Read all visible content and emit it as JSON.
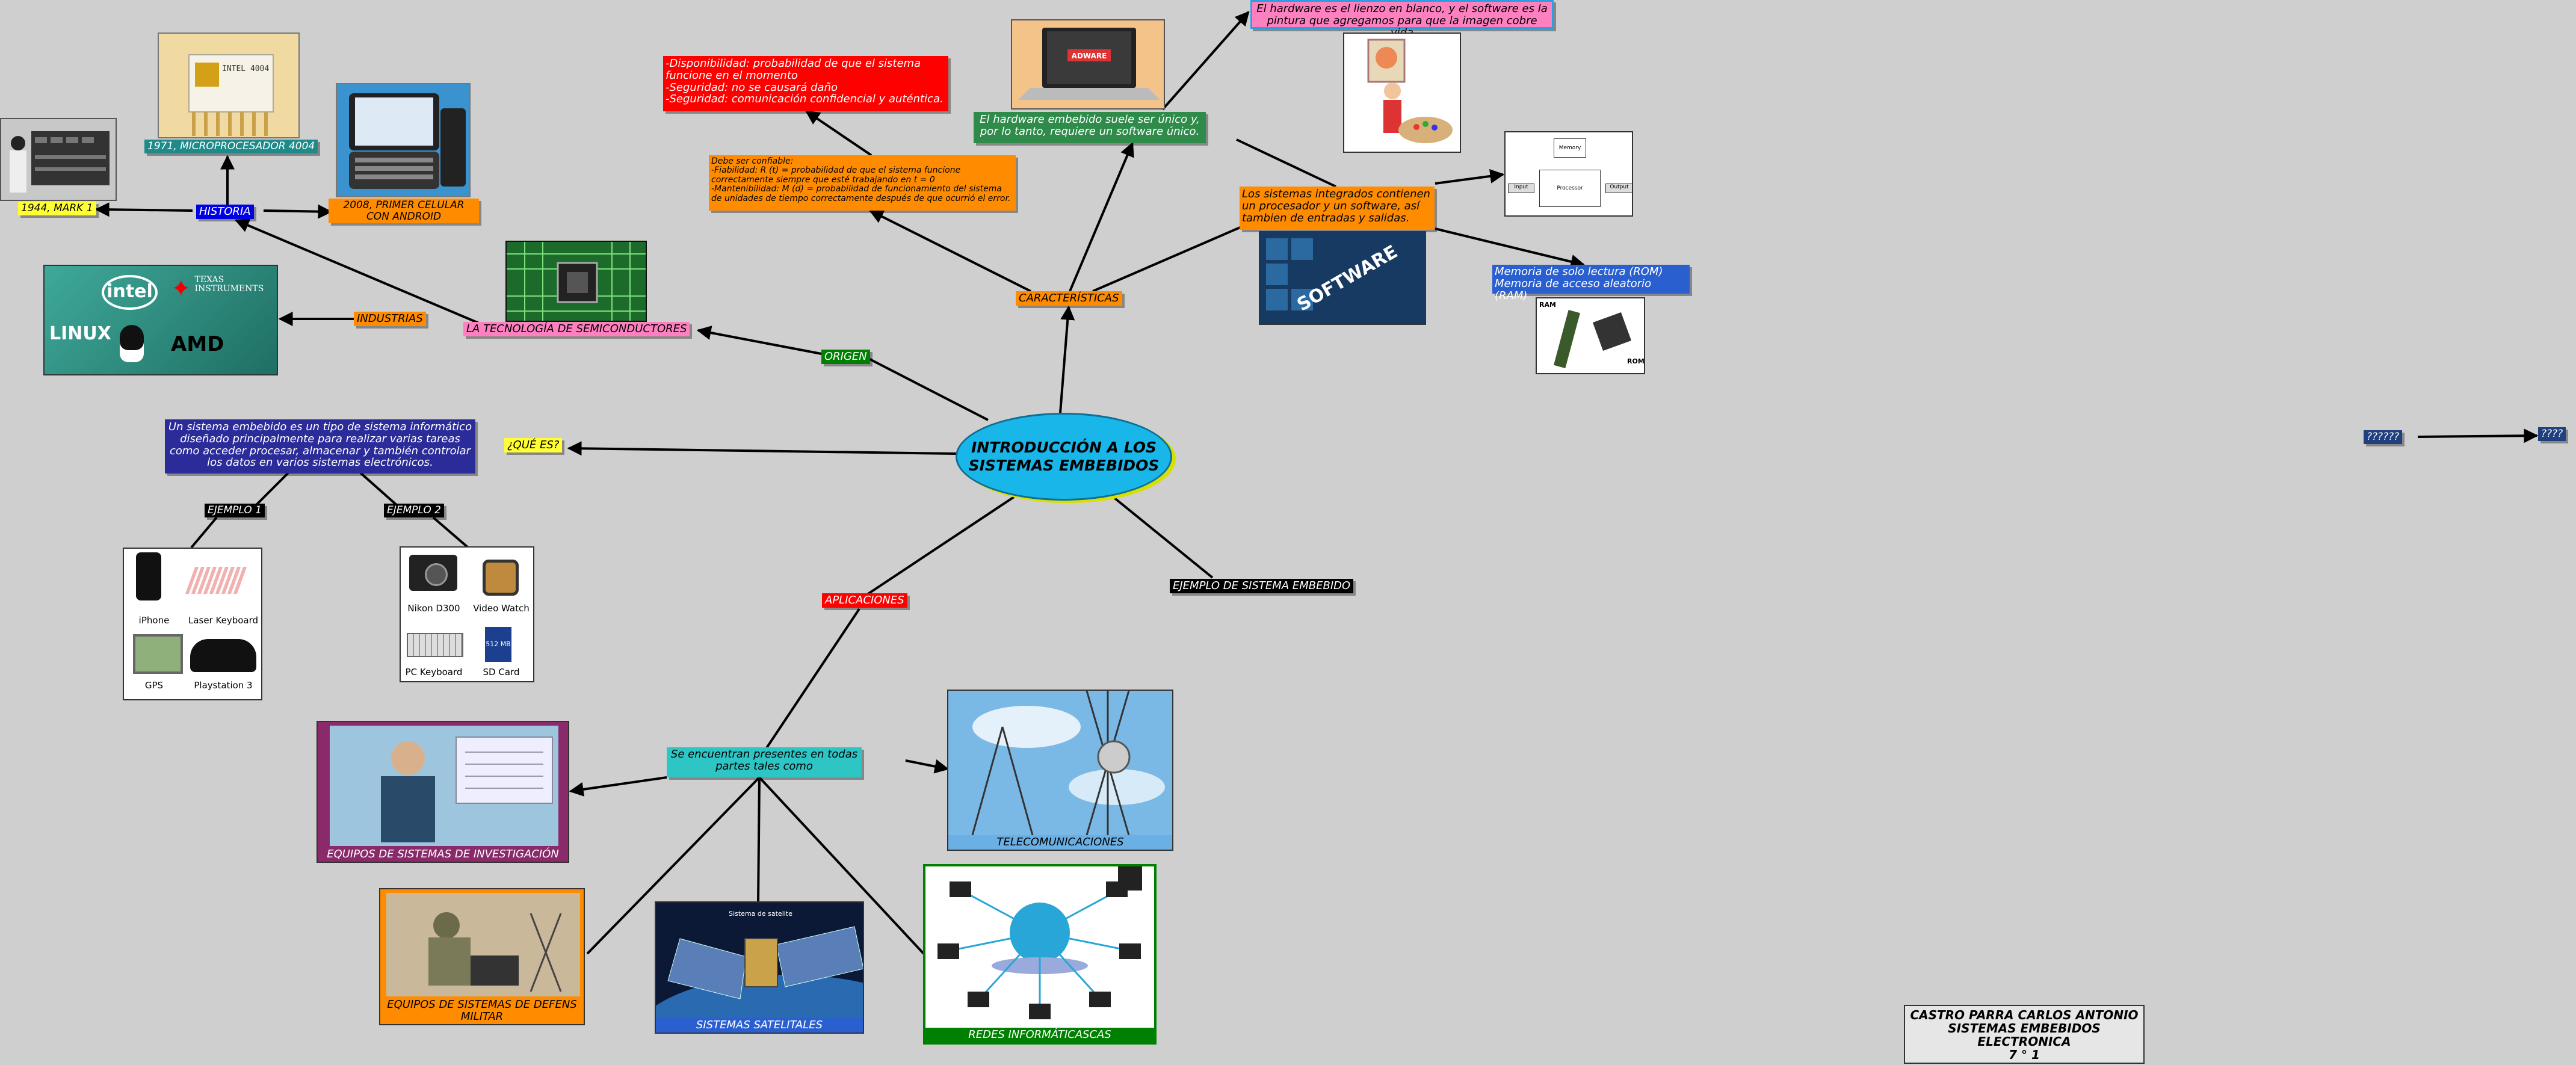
{
  "center": {
    "title": "INTRODUCCIÓN A LOS SISTEMAS EMBEBIDOS"
  },
  "origen": {
    "label": "ORIGEN",
    "semiconductores": "LA TECNOLOGÍA DE SEMICONDUCTORES",
    "industrias": "INDUSTRIAS",
    "historia": "HISTORIA",
    "mark1": "1944, MARK 1",
    "micro": "1971, MICROPROCESADOR 4004",
    "celular": "2008, PRIMER CELULAR CON ANDROID",
    "chip_text": "INTEL 4004",
    "logos": [
      "intel",
      "TEXAS INSTRUMENTS",
      "LINUX",
      "AMD"
    ]
  },
  "que_es": {
    "label": "¿QUÉ ES?",
    "definition": "Un sistema embebido es un tipo de sistema informático diseñado principalmente para realizar varias tareas como acceder procesar, almacenar y también controlar los datos en varios sistemas electrónicos.",
    "ejemplo1": "EJEMPLO 1",
    "ejemplo2": "EJEMPLO 2",
    "devices1": [
      "iPhone",
      "Laser Keyboard",
      "GPS",
      "Playstation 3"
    ],
    "devices2": [
      "Nikon D300",
      "Video Watch",
      "PC Keyboard",
      "SD Card"
    ],
    "sd_text": "512 MB"
  },
  "caracteristicas": {
    "label": "CARACTERÍSTICAS",
    "confiable": [
      "Debe ser confiable:",
      "-Fiabilidad: R (t) = probabilidad de que el sistema funcione correctamente siempre que esté trabajando en t = 0",
      "-Mantenibilidad: M (d) = probabilidad de funcionamiento del sistema de unidades de tiempo correctamente después de que ocurrió el error."
    ],
    "disponibilidad": [
      "-Disponibilidad: probabilidad de que el sistema funcione en el momento",
      "-Seguridad: no se causará daño",
      "-Seguridad: comunicación confidencial y auténtica."
    ],
    "hardware_unico": "El hardware embebido suele ser único y, por lo tanto, requiere un software único.",
    "adware": "ADWARE",
    "lienzo": "El hardware es el lienzo en blanco, y el software es la pintura que agregamos para que la imagen cobre vida",
    "integrados": "Los sistemas integrados contienen un procesador y un software, así tambien de entradas y salidas.",
    "software_word": "SOFTWARE",
    "diagram": {
      "memory": "Memory",
      "input": "Input",
      "processor": "Processor",
      "output": "Output"
    },
    "memoria": [
      "Memoria de solo lectura (ROM)",
      "Memoria de acceso aleatorio (RAM)"
    ],
    "ram": "RAM",
    "rom": "ROM"
  },
  "aplicaciones": {
    "label": "APLICACIONES",
    "presentes": "Se encuentran presentes en todas partes tales como",
    "investigacion": "EQUIPOS DE SISTEMAS DE INVESTIGACIÓN",
    "telecom": "TELECOMUNICACIONES",
    "defensa": "EQUIPOS DE SISTEMAS DE DEFENS MILITAR",
    "satelitales": "SISTEMAS SATELITALES",
    "satelite_caption": "Sistema de satelite",
    "redes": "REDES INFORMÁTICASCAS"
  },
  "ejemplo_sistema": "EJEMPLO DE SISTEMA EMBEBIDO",
  "side": {
    "left": "??????",
    "right": "????"
  },
  "credits": [
    "CASTRO PARRA CARLOS ANTONIO",
    "SISTEMAS EMBEBIDOS",
    "ELECTRONICA",
    "7 ° 1"
  ],
  "colors": {
    "background": "#cfcfcf",
    "center": "#19b6ea",
    "orange": "#ff8c00",
    "red": "#ff0000",
    "green": "#008000",
    "blue": "#0000e6",
    "navy": "#2b2b99",
    "pink": "#ff80c0",
    "yellow": "#ffff33",
    "teal": "#2ec5c5"
  }
}
